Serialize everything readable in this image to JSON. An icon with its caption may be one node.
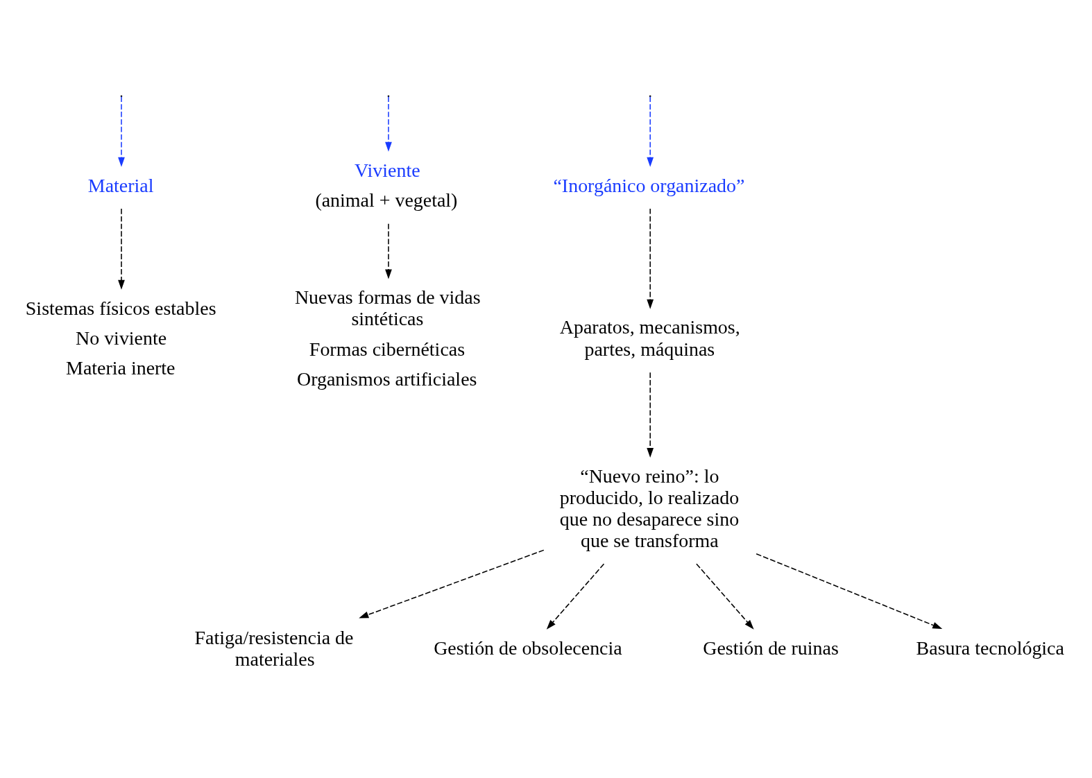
{
  "diagram": {
    "nodes": [
      {
        "text": [
          "Material"
        ]
      },
      {
        "text": [
          "Viviente",
          "(animal + vegetal)"
        ]
      },
      {
        "text": [
          "“Inorgánico organizado”"
        ]
      },
      {
        "text": [
          "Sistemas físicos estables",
          "No viviente",
          "Materia inerte"
        ]
      },
      {
        "text": [
          "Nuevas formas de vidas sintéticas",
          "Formas cibernéticas",
          "Organismos artificiales"
        ]
      },
      {
        "text": [
          "Aparatos, mecanismos, partes, máquinas"
        ]
      },
      {
        "text": [
          "“Nuevo reino”: lo producido, lo realizado que no desaparece sino que se transforma"
        ]
      },
      {
        "text": [
          "Fatiga/resistencia de materiales"
        ]
      },
      {
        "text": [
          "Gestión de obsolecencia"
        ]
      },
      {
        "text": [
          "Gestión de ruinas"
        ]
      },
      {
        "text": [
          "Basura tecnológica"
        ]
      }
    ],
    "edges": [
      {
        "from": null,
        "to": 0,
        "arrow": "to",
        "style": "dashed",
        "color": "#1a3cff"
      },
      {
        "from": null,
        "to": 1,
        "arrow": "to",
        "style": "dashed",
        "color": "#1a3cff"
      },
      {
        "from": null,
        "to": 2,
        "arrow": "to",
        "style": "dashed",
        "color": "#1a3cff"
      },
      {
        "from": 0,
        "to": 3,
        "arrow": "to",
        "style": "dashed"
      },
      {
        "from": 1,
        "to": 4,
        "arrow": "to",
        "style": "dashed"
      },
      {
        "from": 2,
        "to": 5,
        "arrow": "to",
        "style": "dashed"
      },
      {
        "from": 5,
        "to": 6,
        "arrow": "to",
        "style": "dashed"
      },
      {
        "from": 6,
        "to": 7,
        "arrow": "to",
        "style": "dashed"
      },
      {
        "from": 6,
        "to": 8,
        "arrow": "to",
        "style": "dashed"
      },
      {
        "from": 6,
        "to": 9,
        "arrow": "to",
        "style": "dashed"
      },
      {
        "from": 6,
        "to": 10,
        "arrow": "to",
        "style": "dashed"
      }
    ]
  }
}
